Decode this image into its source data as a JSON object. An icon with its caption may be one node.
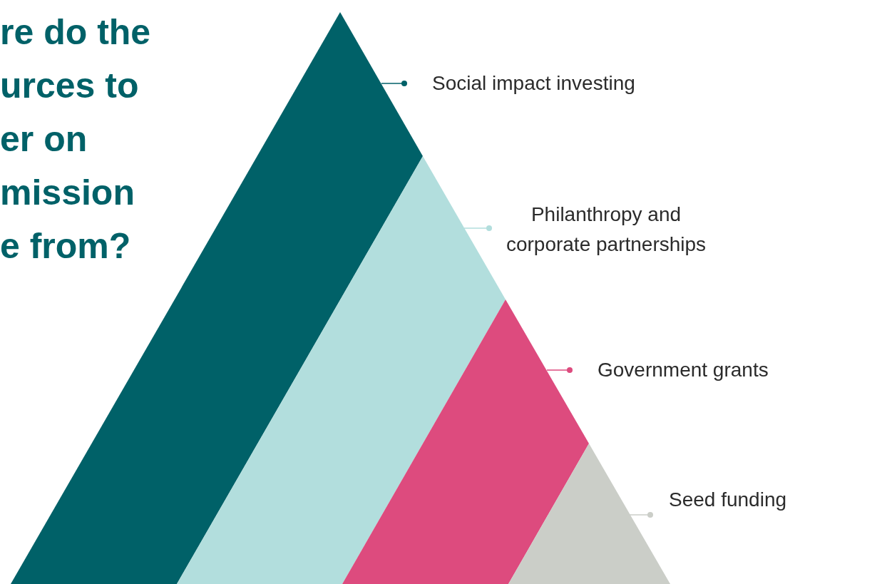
{
  "diagram": {
    "title": "re do the urces to er on mission e from?",
    "nodes": [
      {
        "text": [
          "Social impact investing"
        ]
      },
      {
        "text": [
          "Philanthropy and corporate partnerships"
        ]
      },
      {
        "text": [
          "Government grants"
        ]
      },
      {
        "text": [
          "Seed funding"
        ]
      },
      {
        "text": [],
        "shape": "band"
      },
      {
        "text": [],
        "shape": "band"
      },
      {
        "text": [],
        "shape": "band"
      },
      {
        "text": [],
        "shape": "band"
      }
    ],
    "edges": [
      {
        "from": 0,
        "to": 4,
        "arrow": "other",
        "color": "#006168"
      },
      {
        "from": 1,
        "to": 5,
        "arrow": "other",
        "color": "#b2dedd"
      },
      {
        "from": 2,
        "to": 6,
        "arrow": "other",
        "color": "#dd4b7e"
      },
      {
        "from": 3,
        "to": 7,
        "arrow": "other",
        "color": "#cbcec8"
      }
    ]
  }
}
